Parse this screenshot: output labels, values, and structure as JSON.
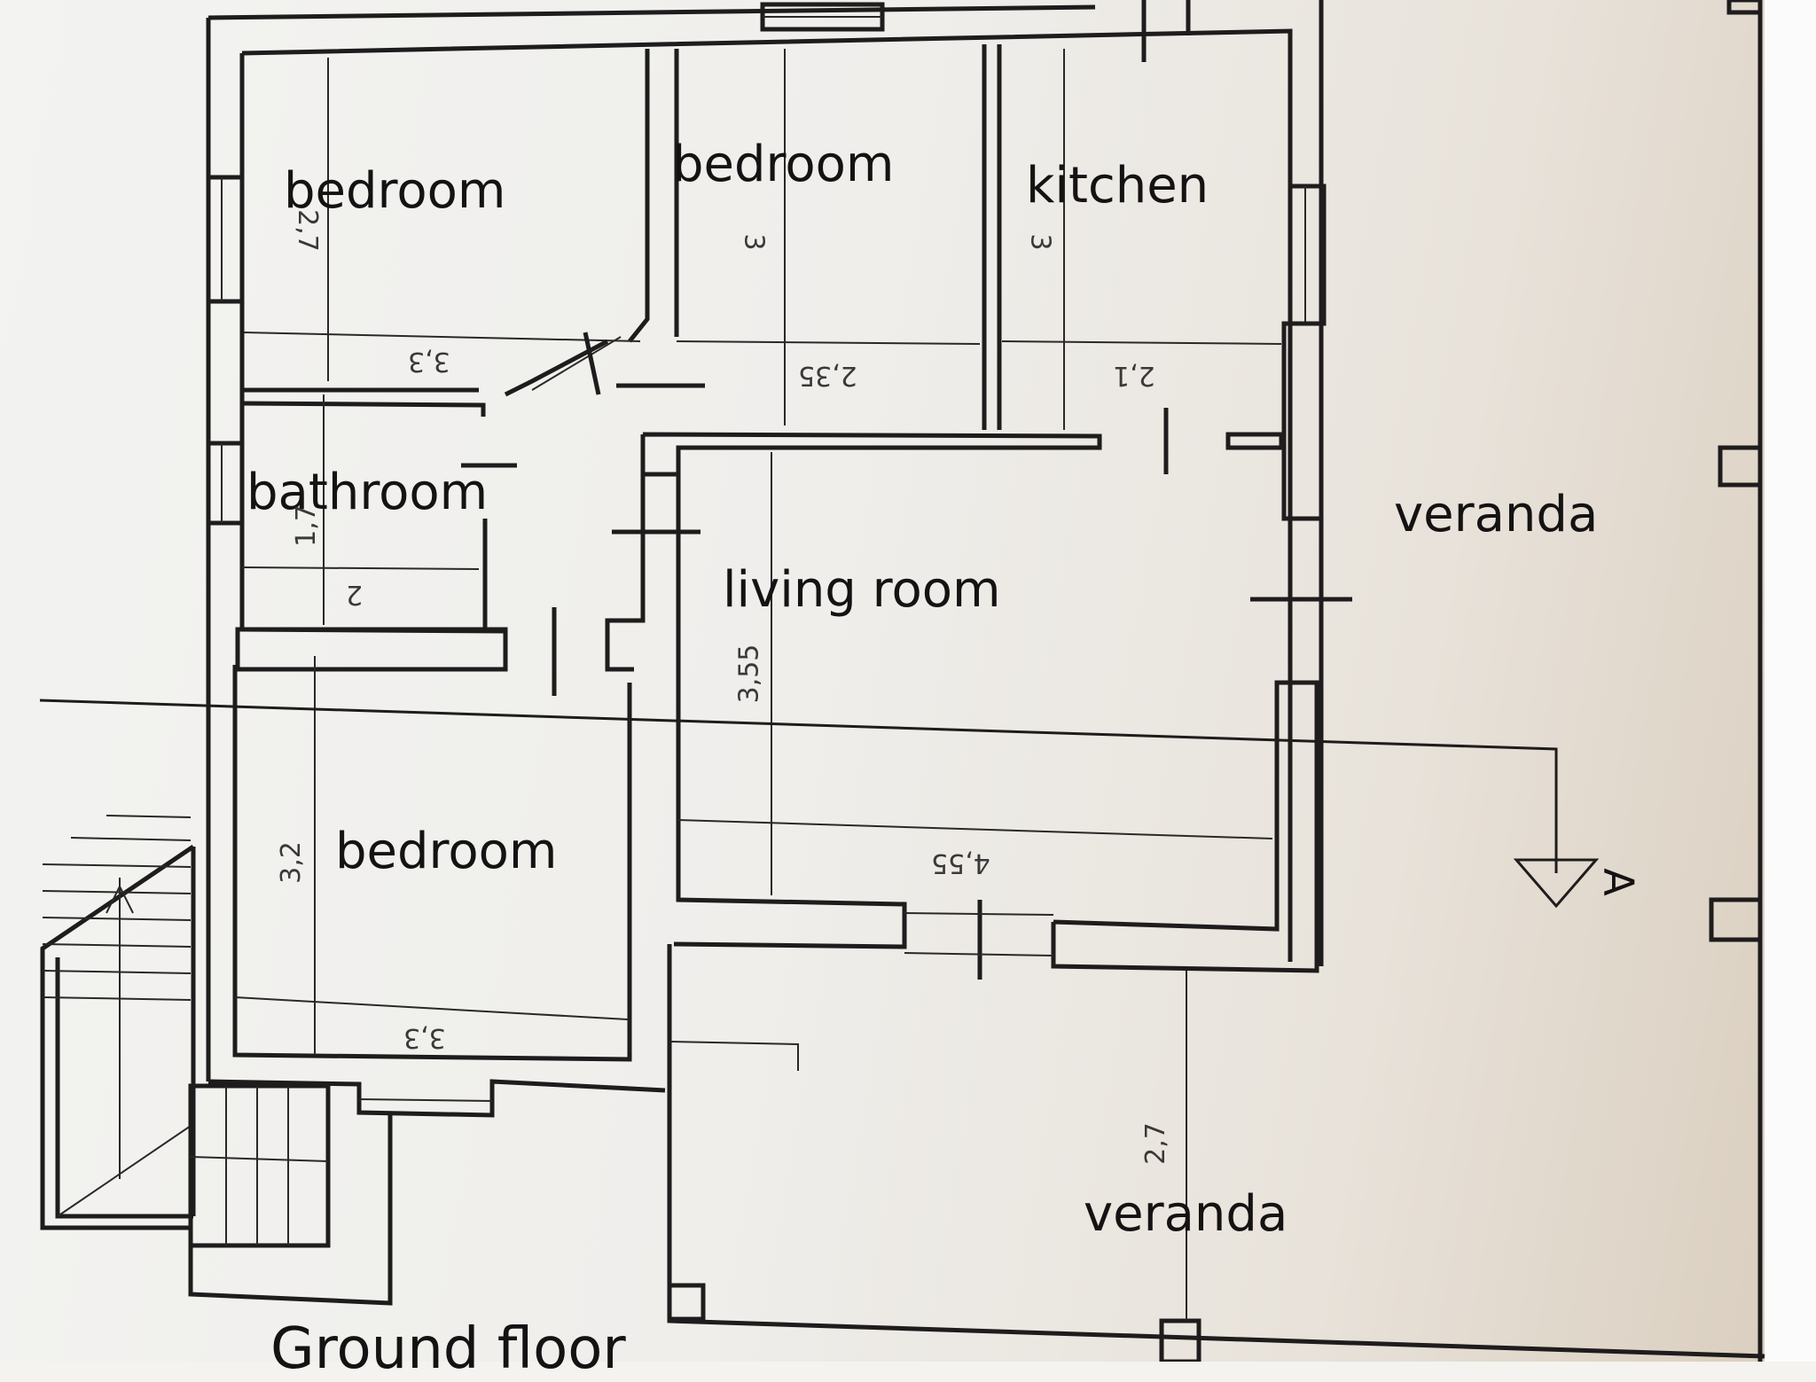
{
  "plan": {
    "title": "Ground floor",
    "section_marker": "A",
    "rooms": [
      {
        "id": "bedroom-1",
        "label": "bedroom",
        "dims": {
          "vertical": "2,7",
          "horizontal": "3,3"
        }
      },
      {
        "id": "bedroom-2",
        "label": "bedroom",
        "dims": {
          "vertical": "3",
          "horizontal": "2,35"
        }
      },
      {
        "id": "kitchen",
        "label": "kitchen",
        "dims": {
          "vertical": "3",
          "horizontal": "2,1"
        }
      },
      {
        "id": "bathroom",
        "label": "bathroom",
        "dims": {
          "vertical": "1,7",
          "horizontal": "2"
        }
      },
      {
        "id": "living-room",
        "label": "living room",
        "dims": {
          "vertical": "3,55",
          "horizontal": "4,55"
        }
      },
      {
        "id": "bedroom-3",
        "label": "bedroom",
        "dims": {
          "vertical": "3,2",
          "horizontal": "3,3"
        }
      },
      {
        "id": "veranda-east",
        "label": "veranda"
      },
      {
        "id": "veranda-south",
        "label": "veranda",
        "dims": {
          "vertical": "2,7"
        }
      }
    ],
    "colors": {
      "line": "#1e1c1c",
      "paper": "#f3f3f1",
      "paper_shadow": "#d9cdbd"
    }
  }
}
